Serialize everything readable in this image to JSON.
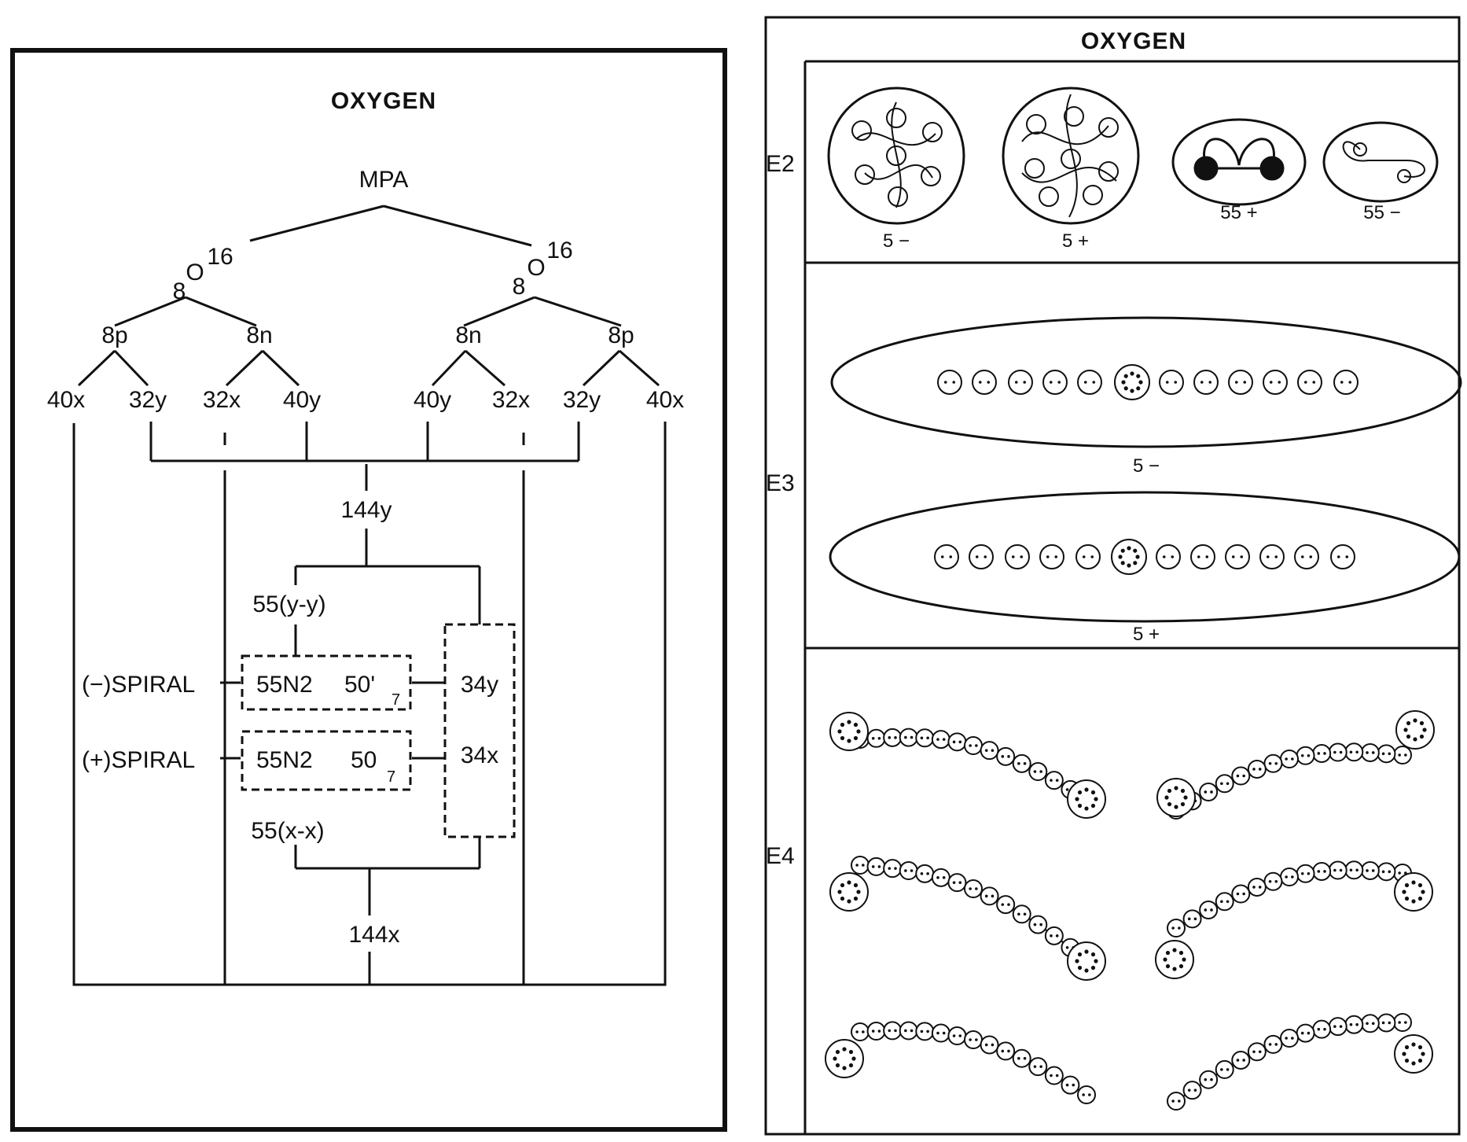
{
  "left_panel": {
    "title": "OXYGEN",
    "root": "MPA",
    "isotope_left": {
      "mass": "16",
      "symbol": "O",
      "number": "8"
    },
    "isotope_right": {
      "mass": "16",
      "symbol": "O",
      "number": "8"
    },
    "nucleons": [
      "8p",
      "8n",
      "8n",
      "8p"
    ],
    "leaves": [
      "40x",
      "32y",
      "32x",
      "40y",
      "40y",
      "32x",
      "32y",
      "40x"
    ],
    "sum_top": "144y",
    "sum_bottom": "144x",
    "pair_top": "55(y-y)",
    "pair_bottom": "55(x-x)",
    "spiral_minus_label": "(−)SPIRAL",
    "spiral_plus_label": "(+)SPIRAL",
    "box_minus": {
      "left": "55N2",
      "right": "50'",
      "sub": "7"
    },
    "box_plus": {
      "left": "55N2",
      "right": "50",
      "sub": "7"
    },
    "side_top": "34y",
    "side_bottom": "34x"
  },
  "right_panel": {
    "title": "OXYGEN",
    "rows": [
      "E2",
      "E3",
      "E4"
    ],
    "e2_labels": [
      "5 −",
      "5 +",
      "55 +",
      "55 −"
    ],
    "e3_labels": [
      "5 −",
      "5 +"
    ]
  }
}
